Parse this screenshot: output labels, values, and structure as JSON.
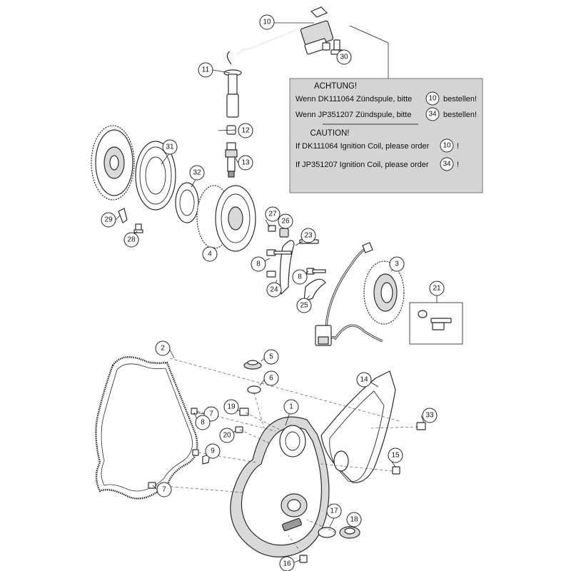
{
  "diagram": {
    "callouts": [
      "10",
      "30",
      "11",
      "12",
      "13",
      "31",
      "32",
      "4",
      "27",
      "26",
      "29",
      "28",
      "23",
      "8",
      "8",
      "24",
      "25",
      "3",
      "21",
      "2",
      "5",
      "6",
      "14",
      "1",
      "7",
      "19",
      "20",
      "8",
      "9",
      "7",
      "33",
      "15",
      "17",
      "18",
      "16"
    ]
  },
  "notice": {
    "de_title": "ACHTUNG!",
    "de_line1_prefix": "Wenn DK111064 Zündspule, bitte",
    "de_line1_ref": "10",
    "de_line1_suffix": "bestellen!",
    "de_line2_prefix": "Wenn JP351207 Zündspule, bitte",
    "de_line2_ref": "34",
    "de_line2_suffix": "bestellen!",
    "en_title": "CAUTION!",
    "en_line1_prefix": "If DK111064 Ignition Coil, please order",
    "en_line1_ref": "10",
    "en_line1_suffix": "!",
    "en_line2_prefix": "If JP351207 Ignition Coil, please order",
    "en_line2_ref": "34",
    "en_line2_suffix": "!"
  }
}
